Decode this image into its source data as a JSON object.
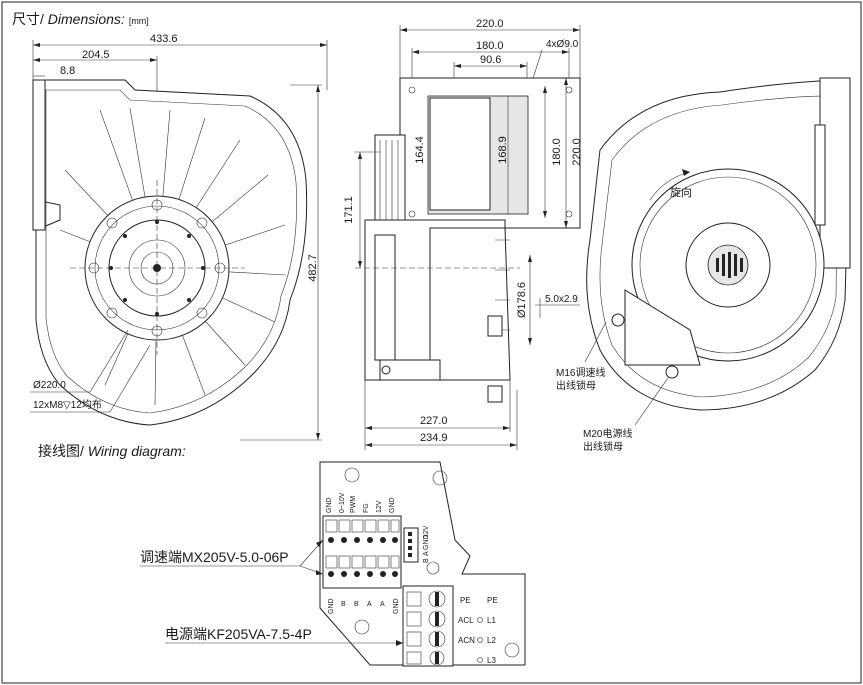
{
  "dimensions_header": {
    "prefix": "尺寸/ ",
    "title": "Dimensions:",
    "unit": "[mm]"
  },
  "left_view": {
    "width_total": "433.6",
    "width_partial": "204.5",
    "offset": "8.8",
    "height_total": "482.7",
    "bolt_circle": "Ø220.0",
    "bolt_spec": "12xM8▽12均布"
  },
  "middle_view": {
    "flange_width": "220.0",
    "outlet_width": "180.0",
    "inner_width": "90.6",
    "holes": "4xØ9.0",
    "dim_164": "164.4",
    "dim_168": "168.9",
    "dim_180": "180.0",
    "dim_220": "220.0",
    "dim_171": "171.1",
    "shaft_dia": "Ø178.6",
    "key": "5.0x2.9",
    "depth_1": "227.0",
    "depth_2": "234.9"
  },
  "right_view": {
    "rotation": "旋向",
    "m16_line1": "M16调速线",
    "m16_line2": "出线锁母",
    "m20_line1": "M20电源线",
    "m20_line2": "出线锁母"
  },
  "wiring": {
    "title_cn": "接线图/ ",
    "title_en": "Wiring diagram:",
    "speed_label": "调速端MX205V-5.0-06P",
    "power_label": "电源端KF205VA-7.5-4P",
    "top_pins": [
      "GND",
      "0~10V",
      "PWM",
      "FG",
      "12V",
      "GND"
    ],
    "bottom_pins": [
      "GND",
      "B",
      "B",
      "A",
      "A",
      "GND"
    ],
    "side_pins": [
      "12V",
      "GND",
      "A",
      "B"
    ],
    "power_left": [
      "PE",
      "ACL",
      "ACN"
    ],
    "power_right": [
      "PE",
      "L1",
      "L2",
      "L3"
    ]
  }
}
